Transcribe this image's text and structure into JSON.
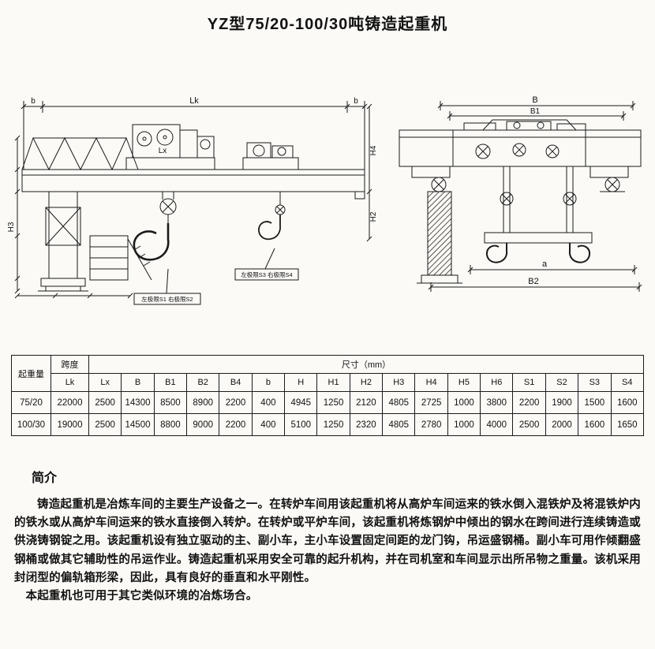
{
  "page": {
    "title": "YZ型75/20-100/30吨铸造起重机"
  },
  "drawings": {
    "left": {
      "dim_b_left": "b",
      "dim_lk": "Lk",
      "dim_b_right": "b",
      "dim_lx": "Lx",
      "dim_h4": "H4",
      "dim_h2": "H2",
      "dim_h3": "H3",
      "note_main_hook": "左极限S1 右极限S2",
      "note_aux_hook": "左极限S3 右极限S4"
    },
    "right": {
      "dim_b": "B",
      "dim_b1": "B1",
      "dim_a": "a",
      "dim_b2": "B2"
    }
  },
  "table": {
    "col_capacity": "起重量",
    "col_span": "跨度",
    "col_size": "尺寸（mm）",
    "dim_headers": [
      "Lk",
      "Lx",
      "B",
      "B1",
      "B2",
      "B4",
      "b",
      "H",
      "H1",
      "H2",
      "H3",
      "H4",
      "H5",
      "H6",
      "S1",
      "S2",
      "S3",
      "S4"
    ],
    "rows": [
      {
        "capacity": "75/20",
        "values": [
          "22000",
          "2500",
          "14300",
          "8500",
          "8900",
          "2200",
          "400",
          "4945",
          "1250",
          "2120",
          "4805",
          "2725",
          "1000",
          "3800",
          "2200",
          "1900",
          "1500",
          "1600"
        ]
      },
      {
        "capacity": "100/30",
        "values": [
          "19000",
          "2500",
          "14500",
          "8800",
          "9000",
          "2200",
          "400",
          "5100",
          "1250",
          "2320",
          "4805",
          "2780",
          "1000",
          "4000",
          "2500",
          "2000",
          "1600",
          "1650"
        ]
      }
    ]
  },
  "intro": {
    "heading": "简介",
    "paragraph1": "铸造起重机是冶炼车间的主要生产设备之一。在转炉车间用该起重机将从高炉车间运来的铁水倒入混铁炉及将混铁炉内的铁水或从高炉车间运来的铁水直接倒入转炉。在转炉或平炉车间，该起重机将炼钢炉中倾出的钢水在跨间进行连续铸造或供浇铸钢锭之用。该起重机设有独立驱动的主、副小车，主小车设置固定间距的龙门钩，吊运盛钢桶。副小车可用作倾翻盛钢桶或做其它辅助性的吊运作业。铸造起重机采用安全可靠的起升机构，并在司机室和车间显示出所吊物之重量。该机采用封闭型的偏轨箱形梁，因此，具有良好的垂直和水平刚性。",
    "paragraph2": "本起重机也可用于其它类似环境的冶炼场合。"
  }
}
